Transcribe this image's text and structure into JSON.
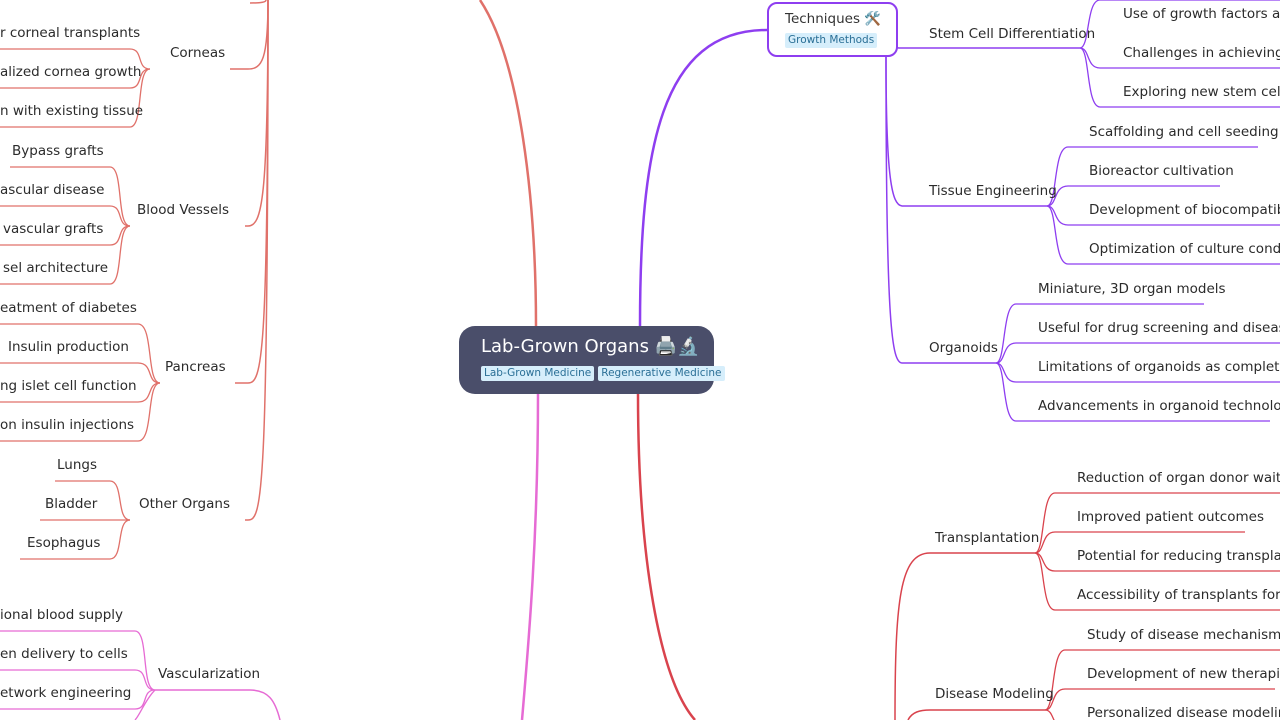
{
  "central": {
    "title": "Lab-Grown Organs 🖨️🔬",
    "tags": [
      "Lab-Grown Medicine",
      "Regenerative Medicine"
    ]
  },
  "techniques": {
    "title": "Techniques 🛠️",
    "tag": "Growth Methods",
    "branches": [
      {
        "label": "Stem Cell Differentiation",
        "children": [
          "Use of growth factors and s",
          "Challenges in achieving co",
          "Exploring new stem cell so"
        ]
      },
      {
        "label": "Tissue Engineering",
        "children": [
          "Scaffolding and cell seeding",
          "Bioreactor cultivation",
          "Development of biocompatible s",
          "Optimization of culture conditio"
        ]
      },
      {
        "label": "Organoids",
        "children": [
          "Miniature, 3D organ models",
          "Useful for drug screening and disease mo",
          "Limitations of organoids as complete org",
          "Advancements in organoid technology"
        ]
      }
    ]
  },
  "applications": {
    "branches": [
      {
        "label": "Transplantation",
        "children": [
          "Reduction of organ donor waiting",
          "Improved patient outcomes",
          "Potential for reducing transplant r",
          "Accessibility of transplants for mo"
        ]
      },
      {
        "label": "Disease Modeling",
        "children": [
          "Study of disease mechanisms",
          "Development of new therapies",
          "Personalized disease modeling"
        ]
      }
    ]
  },
  "organs": {
    "branches": [
      {
        "label": "Corneas",
        "children": [
          "r corneal transplants",
          "alized cornea growth",
          "n with existing tissue"
        ]
      },
      {
        "label": "Blood Vessels",
        "children": [
          "Bypass grafts",
          "ascular disease",
          "vascular grafts",
          "sel architecture"
        ]
      },
      {
        "label": "Pancreas",
        "children": [
          "eatment of diabetes",
          "Insulin production",
          "ng islet cell function",
          "on insulin injections"
        ]
      },
      {
        "label": "Other Organs",
        "children": [
          "Lungs",
          "Bladder",
          "Esophagus"
        ]
      }
    ]
  },
  "challenges": {
    "branches": [
      {
        "label": "Vascularization",
        "children": [
          "ional blood supply",
          "en delivery to cells",
          "etwork engineering"
        ]
      }
    ]
  },
  "colors": {
    "purple": "#8e3ef0",
    "red": "#d9434d",
    "salmon": "#e0716a",
    "pink": "#e66bd4",
    "central_bg": "#4a4e6a",
    "tag_bg": "#d6eefb"
  }
}
